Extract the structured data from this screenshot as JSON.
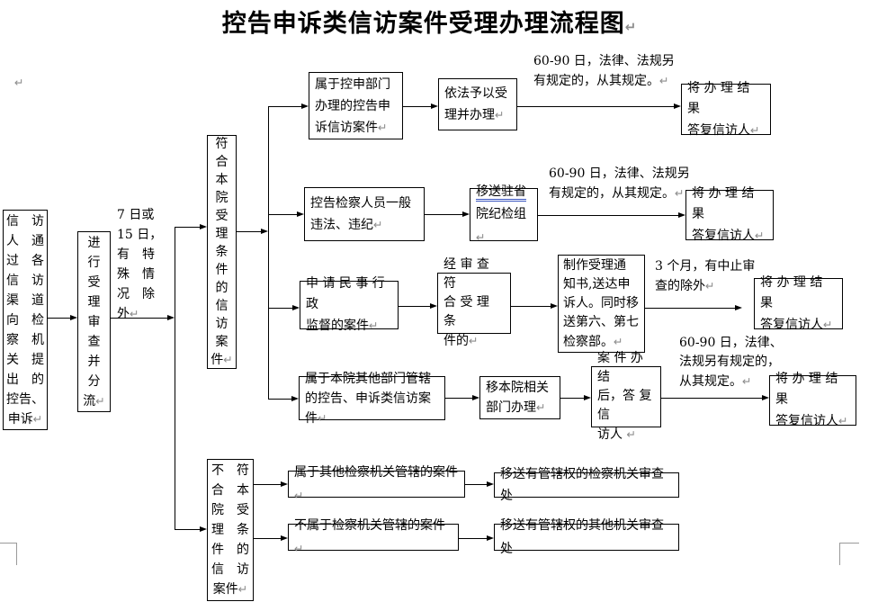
{
  "title": {
    "text": "控告申诉类信访案件受理办理流程图↵"
  },
  "margin_pilcrow": "↵",
  "colors": {
    "border": "#000000",
    "underline_blue": "#3a56c0",
    "pilcrow_gray": "#8c8c8c",
    "margin_mark_gray": "#9a9a9a"
  },
  "nodes": {
    "petitioner": {
      "lines": [
        "信　访",
        "人　通",
        "过　各",
        "信　访",
        "渠　道",
        "向　检",
        "察　机",
        "关　提",
        "出　的",
        "控告、",
        "申诉↵"
      ]
    },
    "review": {
      "lines": [
        "进",
        "行",
        "受",
        "理",
        "审",
        "查",
        "并",
        "分",
        "流↵"
      ]
    },
    "days_label": {
      "lines": [
        "7 日或",
        "15 日，",
        "有　特",
        "殊　情",
        "况　除",
        "外↵"
      ]
    },
    "qualify": {
      "lines": [
        "符",
        "合",
        "本",
        "院",
        "受",
        "理",
        "条",
        "件",
        "的",
        "信",
        "访",
        "案",
        "件↵"
      ]
    },
    "notqualify": {
      "lines": [
        "不　符",
        "合　本",
        "院　受",
        "理　条",
        "件　的",
        "信　访",
        "案件↵"
      ]
    },
    "r1a": {
      "lines": [
        "属于控申部门",
        "办理的控告申",
        "诉信访案件↵"
      ]
    },
    "r1b": {
      "lines": [
        "依法予以受",
        "理并办理↵"
      ]
    },
    "r1ann": {
      "lines": [
        "60-90 日，法律、法规另",
        "有规定的，从其规定。↵"
      ]
    },
    "r1c": {
      "lines": [
        "将 办 理 结 果",
        "答复信访人↵"
      ]
    },
    "r2a": {
      "lines": [
        "控告检察人员一般",
        "违法、违纪↵"
      ]
    },
    "r2b": {
      "line1": "移送驻省",
      "rest": [
        "院纪检组↵"
      ]
    },
    "r2ann": {
      "lines": [
        "60-90 日，法律、法规另",
        "有规定的，从其规定。↵"
      ]
    },
    "r2c": {
      "lines": [
        "将 办 理 结 果",
        "答复信访人↵"
      ]
    },
    "r3a": {
      "lines": [
        "申 请 民 事 行 政",
        "监督的案件↵"
      ]
    },
    "r3b": {
      "lines": [
        "经 审 查 符",
        "合 受 理 条",
        "件的↵"
      ]
    },
    "r3c": {
      "lines": [
        "制作受理通",
        "知书,送达申",
        "诉人。同时移",
        "送第六、第七",
        "检察部。↵"
      ]
    },
    "r3ann": {
      "lines": [
        "3 个月，有中止审",
        "查的除外↵"
      ]
    },
    "r3d": {
      "lines": [
        "将 办 理 结 果",
        "答复信访人↵"
      ]
    },
    "r4a": {
      "lines": [
        "属于本院其他部门管辖",
        "的控告、申诉类信访案件↵"
      ]
    },
    "r4b": {
      "lines": [
        "移本院相关",
        "部门办理↵"
      ]
    },
    "r4c": {
      "lines": [
        "案 件 办 结",
        "后，答 复 信",
        "访人 ↵"
      ]
    },
    "r4ann": {
      "lines": [
        "60-90 日，法律、",
        "法规另有规定的，",
        "从其规定。↵"
      ]
    },
    "r4d": {
      "lines": [
        "将 办 理 结 果",
        "答复信访人↵"
      ]
    },
    "r5a": {
      "lines": [
        "属于其他检察机关管辖的案件↵"
      ]
    },
    "r5b": {
      "lines": [
        "移送有管辖权的检察机关审查处"
      ]
    },
    "r6a": {
      "lines": [
        "不属于检察机关管辖的案件↵"
      ]
    },
    "r6b": {
      "lines": [
        "移送有管辖权的其他机关审查处"
      ]
    }
  }
}
